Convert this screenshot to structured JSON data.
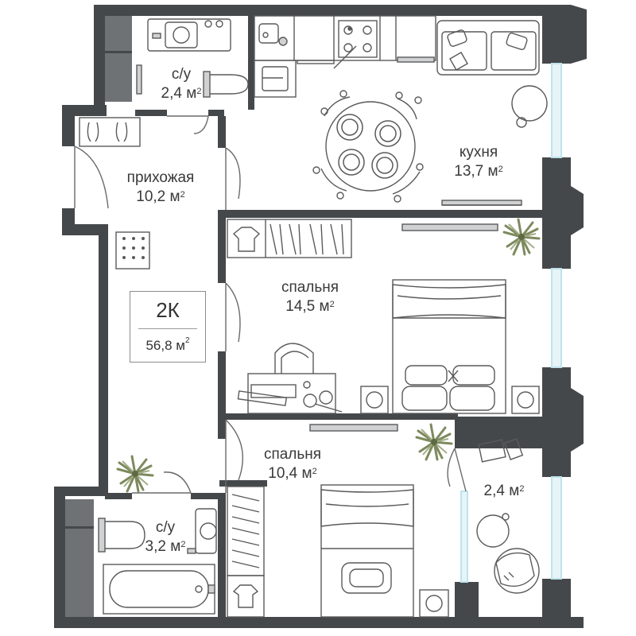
{
  "plan": {
    "apartment_type": "2К",
    "total_area": "56,8 м",
    "area_unit_sup": "2"
  },
  "rooms": {
    "bathroom_top": {
      "name": "с/у",
      "area": "2,4 м"
    },
    "kitchen": {
      "name": "кухня",
      "area": "13,7 м"
    },
    "hallway": {
      "name": "прихожая",
      "area": "10,2 м"
    },
    "bedroom_big": {
      "name": "спальня",
      "area": "14,5 м"
    },
    "bedroom_small": {
      "name": "спальня",
      "area": "10,4 м"
    },
    "balcony": {
      "name": "",
      "area": "2,4 м"
    },
    "bathroom_bottom": {
      "name": "с/у",
      "area": "3,2 м"
    }
  },
  "colors": {
    "wall": "#45484b",
    "furniture_stroke": "#5a5a5a",
    "fixture_fill": "#cfd1d3",
    "window_glass": "#bfe3ec",
    "plant": "#7d8a5e",
    "background": "#ffffff"
  },
  "icons": [
    "sofa-icon",
    "stove-icon",
    "sink-icon",
    "dining-table-icon",
    "double-bed-icon",
    "desk-icon",
    "bathtub-icon",
    "toilet-icon",
    "armchair-icon",
    "plant-icon",
    "shoe-rack-icon",
    "washing-machine-icon",
    "wardrobe-icon"
  ]
}
